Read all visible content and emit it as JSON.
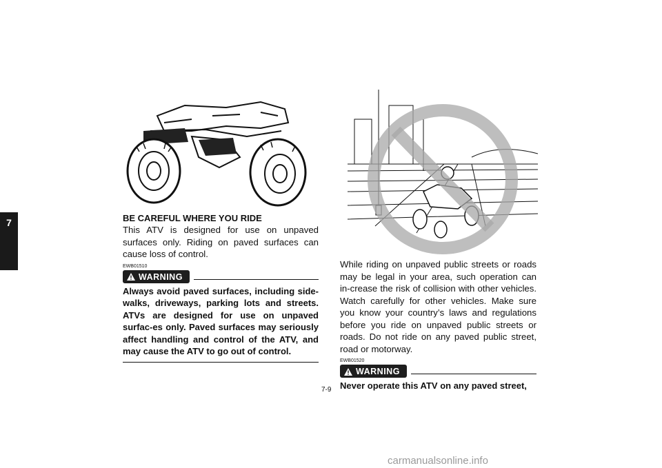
{
  "tab": {
    "chapter": "7"
  },
  "left": {
    "heading": "BE CAREFUL WHERE YOU RIDE",
    "body": "This ATV is designed for use on unpaved surfaces only. Riding on paved surfaces can cause loss of control.",
    "code": "EWB01510",
    "warning_label": "WARNING",
    "warning_text": "Always avoid paved surfaces, including side-walks, driveways, parking lots and streets. ATVs are designed for use on unpaved surfac-es only. Paved surfaces may seriously affect handling and control of the ATV, and may cause the ATV to go out of control."
  },
  "right": {
    "body": "While riding on unpaved public streets or roads may be legal in your area, such operation can in-crease the risk of collision with other vehicles. Watch carefully for other vehicles. Make sure you know your country’s laws and regulations before you ride on unpaved public streets or roads. Do not ride on any paved public street, road or motorway.",
    "code": "EWB01520",
    "warning_label": "WARNING",
    "warning_text": "Never operate this ATV on any paved street,"
  },
  "footer": {
    "page_number": "7-9",
    "watermark": "carmanualsonline.info"
  }
}
